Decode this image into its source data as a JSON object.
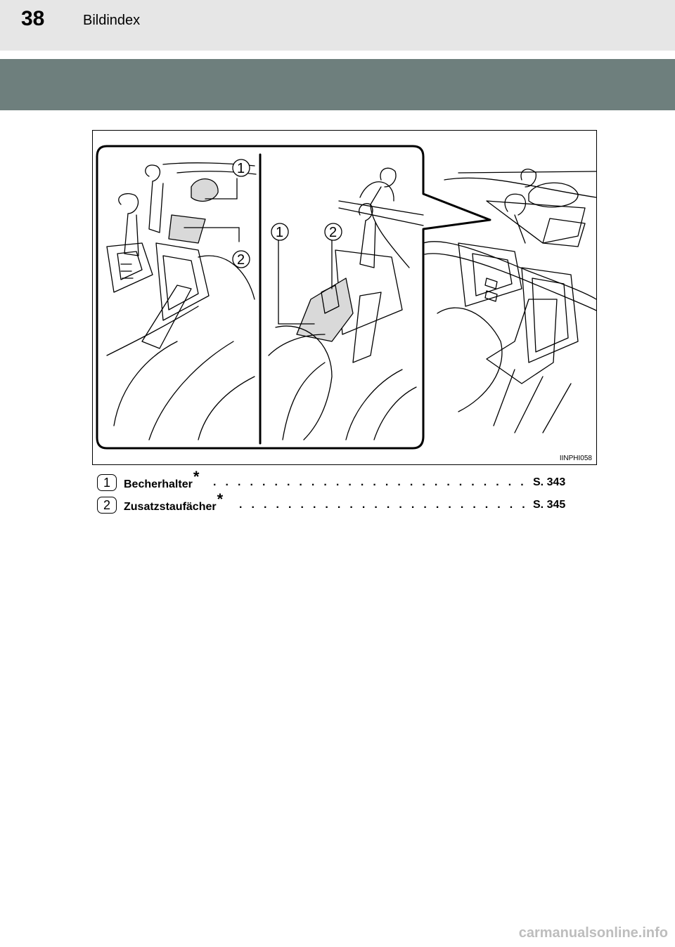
{
  "header": {
    "page_number": "38",
    "section_title": "Bildindex"
  },
  "figure": {
    "code": "IINPHI058",
    "callouts": [
      "1",
      "2",
      "1",
      "2"
    ]
  },
  "items": [
    {
      "number": "1",
      "label": "Becherhalter",
      "mark": "*",
      "page": "S. 343"
    },
    {
      "number": "2",
      "label": "Zusatzstaufächer",
      "mark": "*",
      "page": "S. 345"
    }
  ],
  "watermark": "carmanualsonline.info"
}
